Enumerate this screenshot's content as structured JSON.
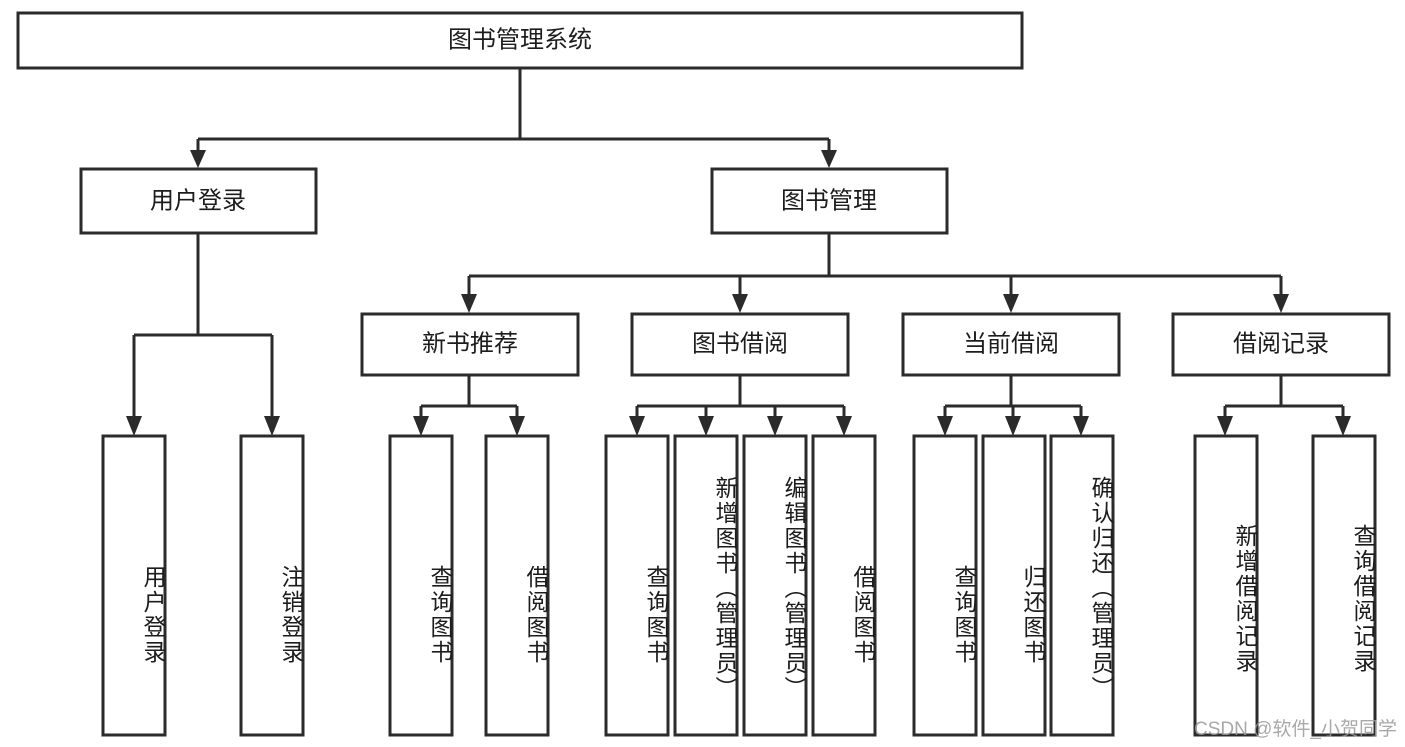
{
  "diagram": {
    "type": "tree",
    "title": "图书管理系统",
    "watermark": "CSDN @软件_小贺同学",
    "colors": {
      "stroke": "#2b2b2b",
      "fill": "#ffffff",
      "text": "#1c1c1c",
      "watermark": "#9a9a9a"
    },
    "levels": {
      "root": {
        "label": "图书管理系统"
      },
      "level2": [
        {
          "label": "用户登录"
        },
        {
          "label": "图书管理"
        }
      ],
      "level3": [
        {
          "label": "新书推荐"
        },
        {
          "label": "图书借阅"
        },
        {
          "label": "当前借阅"
        },
        {
          "label": "借阅记录"
        }
      ]
    },
    "leaves": {
      "user_login": [
        {
          "label": "用户登录"
        },
        {
          "label": "注销登录"
        }
      ],
      "new_book_recommend": [
        {
          "label": "查询图书"
        },
        {
          "label": "借阅图书"
        }
      ],
      "book_borrow": [
        {
          "label": "查询图书"
        },
        {
          "label": "新增图书（管理员）"
        },
        {
          "label": "编辑图书（管理员）"
        },
        {
          "label": "借阅图书"
        }
      ],
      "current_borrow": [
        {
          "label": "查询图书"
        },
        {
          "label": "归还图书"
        },
        {
          "label": "确认归还（管理员）"
        }
      ],
      "borrow_record": [
        {
          "label": "新增借阅记录"
        },
        {
          "label": "查询借阅记录"
        }
      ]
    }
  }
}
